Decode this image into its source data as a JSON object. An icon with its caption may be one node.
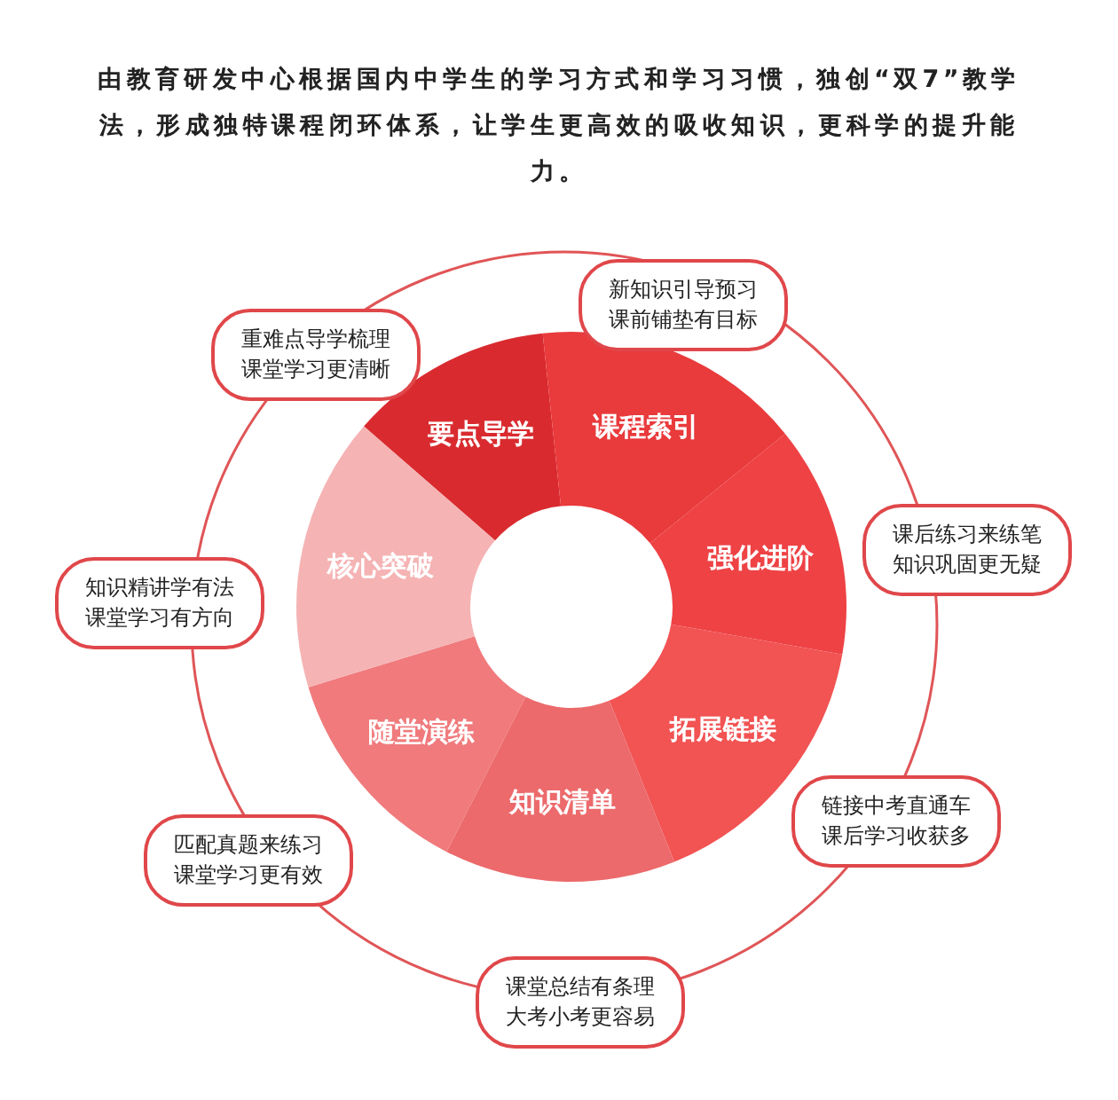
{
  "diagram": {
    "title": "由教育研发中心根据国内中学生的学习方式和学习习惯，独创“双7”教学法，形成独特课程闭环体系，让学生更高效的吸收知识，更科学的提升能力。",
    "nodes": [
      {
        "text": [
          "要点导学"
        ]
      },
      {
        "text": [
          "课程索引"
        ]
      },
      {
        "text": [
          "强化进阶"
        ]
      },
      {
        "text": [
          "拓展链接"
        ]
      },
      {
        "text": [
          "知识清单"
        ]
      },
      {
        "text": [
          "随堂演练"
        ]
      },
      {
        "text": [
          "核心突破"
        ]
      },
      {
        "text": [
          "新知识引导预习课前铺垫有目标"
        ]
      },
      {
        "text": [
          "重难点导学梳理课堂学习更清晰"
        ]
      },
      {
        "text": [
          "课后练习来练笔知识巩固更无疑"
        ]
      },
      {
        "text": [
          "知识精讲学有法课堂学习有方向"
        ]
      },
      {
        "text": [
          "链接中考直通车课后学习收获多"
        ]
      },
      {
        "text": [
          "匹配真题来练习课堂学习更有效"
        ]
      },
      {
        "text": [
          "课堂总结有条理大考小考更容易"
        ]
      }
    ],
    "edges": []
  }
}
